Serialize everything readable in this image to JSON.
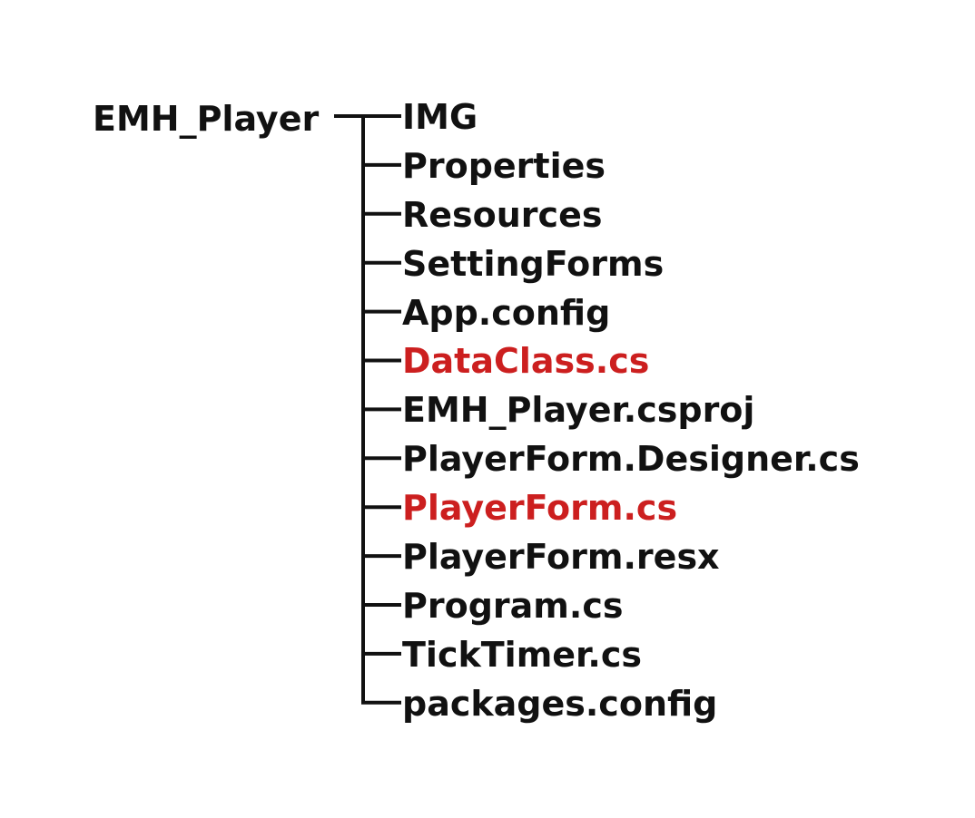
{
  "root": {
    "label": "EMH_Player"
  },
  "highlight_color": "#cc1f1f",
  "text_color": "#111111",
  "children": [
    {
      "label": "IMG",
      "highlighted": false
    },
    {
      "label": "Properties",
      "highlighted": false
    },
    {
      "label": "Resources",
      "highlighted": false
    },
    {
      "label": "SettingForms",
      "highlighted": false
    },
    {
      "label": "App.config",
      "highlighted": false
    },
    {
      "label": "DataClass.cs",
      "highlighted": true
    },
    {
      "label": "EMH_Player.csproj",
      "highlighted": false
    },
    {
      "label": "PlayerForm.Designer.cs",
      "highlighted": false
    },
    {
      "label": "PlayerForm.cs",
      "highlighted": true
    },
    {
      "label": "PlayerForm.resx",
      "highlighted": false
    },
    {
      "label": "Program.cs",
      "highlighted": false
    },
    {
      "label": "TickTimer.cs",
      "highlighted": false
    },
    {
      "label": "packages.config",
      "highlighted": false
    }
  ]
}
